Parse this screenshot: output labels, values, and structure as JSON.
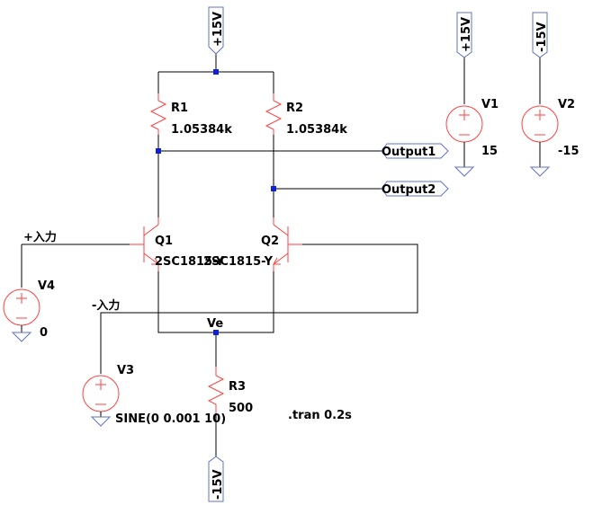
{
  "schematic": {
    "flags": {
      "top_supply": "+15V",
      "v1_supply": "+15V",
      "v2_supply": "-15V",
      "bottom_supply": "-15V",
      "output1": "Output1",
      "output2": "Output2",
      "ve": "Ve",
      "in_plus": "+入力",
      "in_minus": "-入力"
    },
    "components": {
      "R1": {
        "name": "R1",
        "value": "1.05384k"
      },
      "R2": {
        "name": "R2",
        "value": "1.05384k"
      },
      "R3": {
        "name": "R3",
        "value": "500"
      },
      "Q1": {
        "name": "Q1",
        "value": "2SC1815-Y"
      },
      "Q2": {
        "name": "Q2",
        "value": "2SC1815-Y"
      },
      "V1": {
        "name": "V1",
        "value": "15"
      },
      "V2": {
        "name": "V2",
        "value": "-15"
      },
      "V3": {
        "name": "V3",
        "value": "SINE(0 0.001 10)"
      },
      "V4": {
        "name": "V4",
        "value": "0"
      }
    },
    "directive": ".tran 0.2s",
    "colors": {
      "wire": "#000000",
      "component": "#ff4040",
      "flag": "#6070c8",
      "junction": "#1020e0"
    }
  }
}
